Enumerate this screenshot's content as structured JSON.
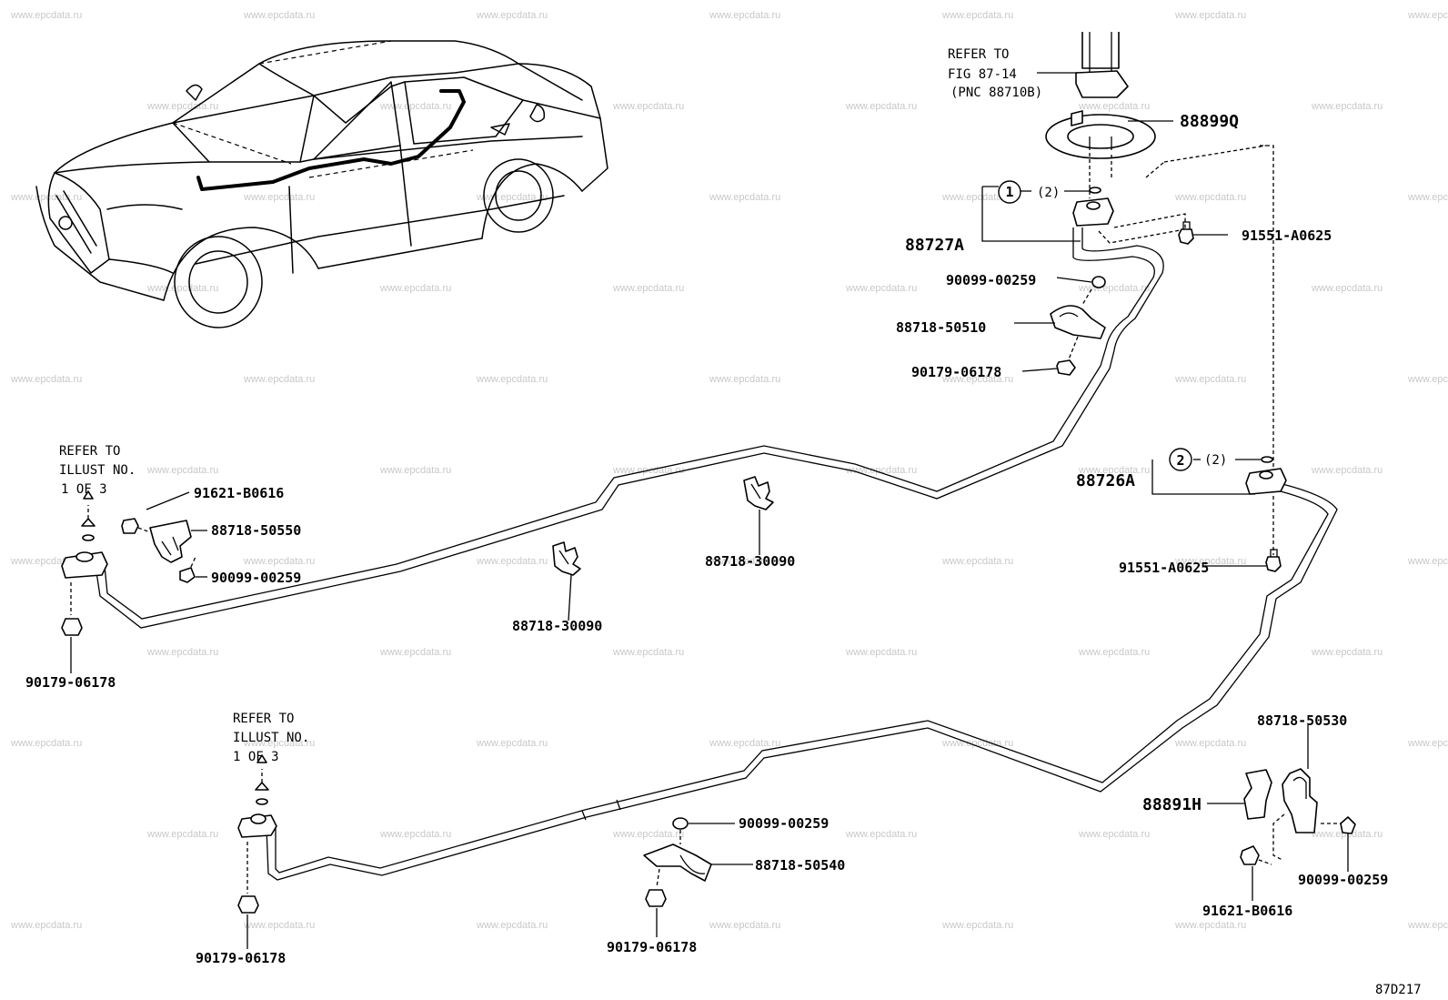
{
  "watermark": "www.epcdata.ru",
  "figure_code": "87D217",
  "notes": {
    "fig_ref": [
      "REFER TO",
      "FIG 87-14",
      "(PNC 88710B)"
    ],
    "illust_ref_a": [
      "REFER TO",
      "ILLUST NO.",
      "1 OF 3"
    ],
    "illust_ref_b": [
      "REFER TO",
      "ILLUST NO.",
      "1 OF 3"
    ]
  },
  "callouts": {
    "c1_num": "1",
    "c1_qty": "(2)",
    "c2_num": "2",
    "c2_qty": "(2)"
  },
  "parts": {
    "p88899q": "88899Q",
    "p88727a": "88727A",
    "p91551_top": "91551-A0625",
    "p90099_top": "90099-00259",
    "p88718_50510": "88718-50510",
    "p90179_top": "90179-06178",
    "p88726a": "88726A",
    "p91551_mid": "91551-A0625",
    "p91621_left": "91621-B0616",
    "p88718_50550": "88718-50550",
    "p90099_left": "90099-00259",
    "p88718_30090_a": "88718-30090",
    "p88718_30090_b": "88718-30090",
    "p90179_left": "90179-06178",
    "p88718_50530": "88718-50530",
    "p88891h": "88891H",
    "p90099_right": "90099-00259",
    "p91621_right": "91621-B0616",
    "p90099_bottom": "90099-00259",
    "p88718_50540": "88718-50540",
    "p90179_bottom": "90179-06178",
    "p90179_bottomleft": "90179-06178"
  }
}
